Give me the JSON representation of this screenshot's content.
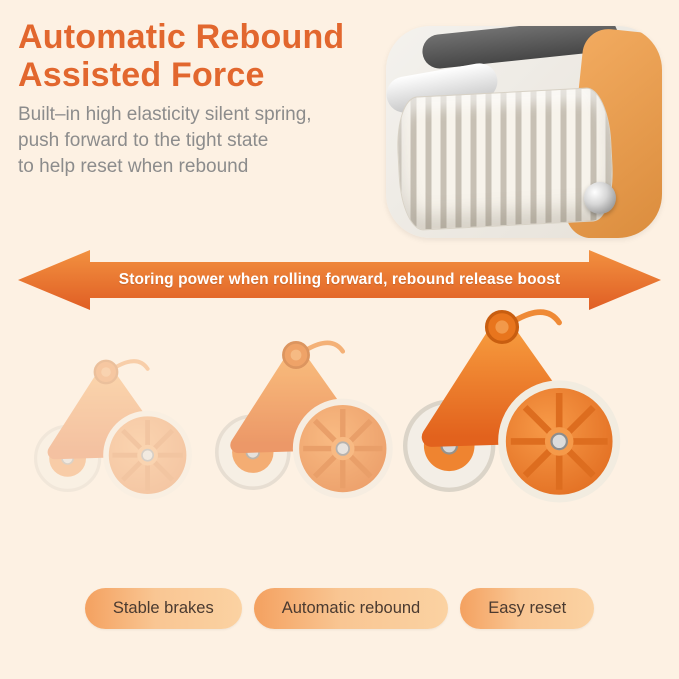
{
  "page": {
    "background": "#fdf1e3"
  },
  "header": {
    "title_line1": "Automatic Rebound",
    "title_line2": "Assisted Force",
    "title_color": "#e2672e",
    "description_line1": "Built–in high elasticity silent spring,",
    "description_line2": "push forward to the tight state",
    "description_line3": "to help reset when rebound",
    "description_color": "#8c8c8c"
  },
  "photo": {
    "name": "spring-mechanism-close-up"
  },
  "arrow": {
    "label": "Storing power when rolling forward, rebound release boost",
    "color": "#e8742c",
    "text_color": "#ffffff"
  },
  "rollers": {
    "name": "ab-roller-motion-sequence",
    "stages": [
      "start-faded",
      "mid-rolling",
      "full-tight"
    ]
  },
  "badges": [
    {
      "label": "Stable brakes"
    },
    {
      "label": "Automatic rebound"
    },
    {
      "label": "Easy reset"
    }
  ],
  "colors": {
    "accent_orange": "#e8742c",
    "badge_gradient_start": "#f4a160",
    "badge_gradient_end": "#fbd2a2"
  }
}
